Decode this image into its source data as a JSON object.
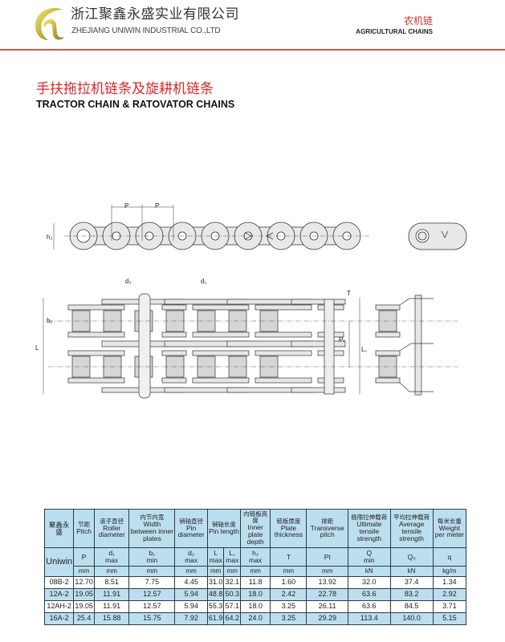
{
  "header": {
    "company_cn": "浙江聚鑫永盛实业有限公司",
    "company_en": "ZHEJIANG UNIWIN  INDUSTRIAL CO.,LTD",
    "category_cn": "农机链",
    "category_en": "AGRICULTURAL  CHAINS"
  },
  "title": {
    "cn": "手扶拖拉机链条及旋耕机链条",
    "en": "TRACTOR CHAIN & RATOVATOR CHAINS"
  },
  "drawing_labels": {
    "p1": "P",
    "p2": "P",
    "h2": "h₂",
    "d2": "d₂",
    "d1": "d₁",
    "b1": "b₁",
    "L": "L",
    "Lc": "L꜀",
    "Pt": "Pₜ",
    "T": "T"
  },
  "table": {
    "brand_cn": "聚鑫永盛",
    "brand_en": "Uniwin",
    "columns": [
      {
        "cn": "节距",
        "en": "Pitch",
        "sym": "P",
        "sub": "",
        "unit": "mm"
      },
      {
        "cn": "滚子直径",
        "en": "Roller diameter",
        "sym": "d₁",
        "sub": "max",
        "unit": "mm"
      },
      {
        "cn": "内节内宽",
        "en": "Width between inner plates",
        "sym": "b₁",
        "sub": "min",
        "unit": "mm"
      },
      {
        "cn": "销轴直径",
        "en": "Pin diameter",
        "sym": "d₂",
        "sub": "max",
        "unit": "mm"
      },
      {
        "cn": "销轴长度",
        "en": "Pin length",
        "sym": "L",
        "sub": "max",
        "unit": "mm"
      },
      {
        "cn": "",
        "en": "",
        "sym": "L꜀",
        "sub": "max",
        "unit": "mm"
      },
      {
        "cn": "内链板高度",
        "en": "Inner plate depth",
        "sym": "h₂",
        "sub": "max",
        "unit": "mm"
      },
      {
        "cn": "链板厚度",
        "en": "Plate thickness",
        "sym": "T",
        "sub": "",
        "unit": "mm"
      },
      {
        "cn": "排距",
        "en": "Transverse pitch",
        "sym": "Pt",
        "sub": "",
        "unit": "mm"
      },
      {
        "cn": "极限拉伸载荷",
        "en": "Ultimate tensile strength",
        "sym": "Q",
        "sub": "min",
        "unit": "kN"
      },
      {
        "cn": "平均拉伸载荷",
        "en": "Average tensile strength",
        "sym": "Q₀",
        "sub": "",
        "unit": "kN"
      },
      {
        "cn": "每米长重",
        "en": "Weight per meter",
        "sym": "q",
        "sub": "",
        "unit": "kg/m"
      }
    ],
    "rows": [
      [
        "08B-2",
        "12.70",
        "8.51",
        "7.75",
        "4.45",
        "31.0",
        "32.1",
        "11.8",
        "1.60",
        "13.92",
        "32.0",
        "37.4",
        "1.34"
      ],
      [
        "12A-2",
        "19.05",
        "11.91",
        "12.57",
        "5.94",
        "48.8",
        "50.3",
        "18.0",
        "2.42",
        "22.78",
        "63.6",
        "83.2",
        "2.92"
      ],
      [
        "12AH-2",
        "19.05",
        "11.91",
        "12.57",
        "5.94",
        "55.3",
        "57.1",
        "18.0",
        "3.25",
        "26.11",
        "63.6",
        "84.5",
        "3.71"
      ],
      [
        "16A-2",
        "25.4",
        "15.88",
        "15.75",
        "7.92",
        "61.9",
        "64.2",
        "24.0",
        "3.25",
        "29.29",
        "113.4",
        "140.0",
        "5.15"
      ]
    ]
  }
}
